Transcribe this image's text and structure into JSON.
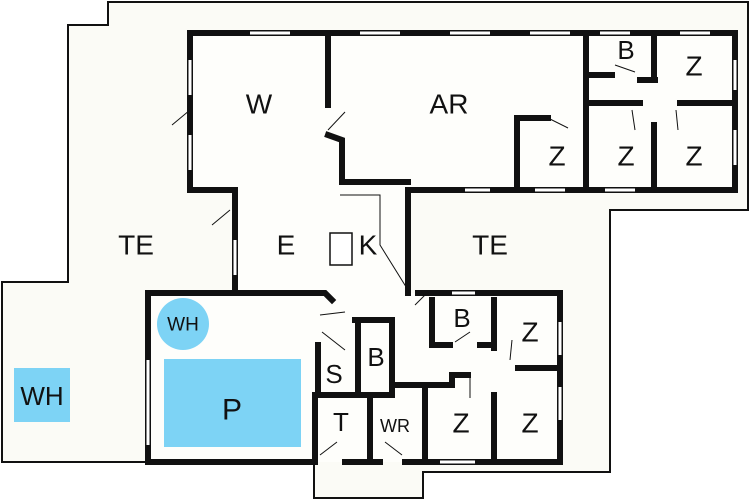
{
  "plan": {
    "rooms": {
      "w": "W",
      "ar": "AR",
      "b_top": "B",
      "z1": "Z",
      "z2": "Z",
      "z3": "Z",
      "z4": "Z",
      "te_left": "TE",
      "e": "E",
      "k": "K",
      "te_right": "TE",
      "wh_inner": "WH",
      "wh_outer": "WH",
      "p": "P",
      "s": "S",
      "b_mid": "B",
      "t": "T",
      "wr": "WR",
      "b_low": "B",
      "z5": "Z",
      "z6": "Z",
      "z7": "Z"
    },
    "colors": {
      "water": "#7dd3f5",
      "floor": "#fbfbf6",
      "wall": "#111111"
    }
  }
}
